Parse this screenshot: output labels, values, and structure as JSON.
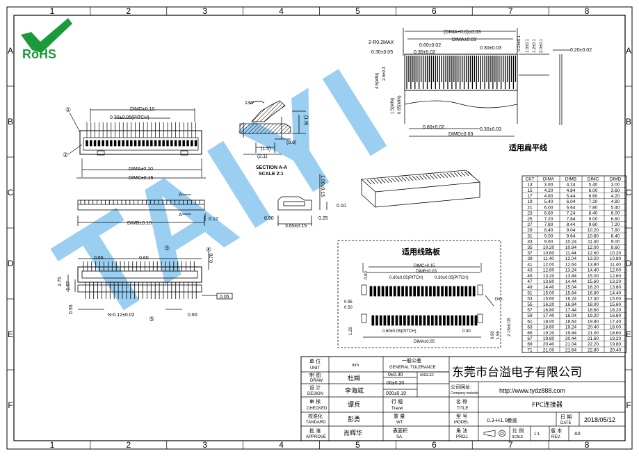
{
  "border": {
    "columns": [
      "1",
      "2",
      "3",
      "4",
      "5",
      "6",
      "7",
      "8"
    ],
    "rows": [
      "A",
      "B",
      "C",
      "D",
      "E",
      "F"
    ]
  },
  "logo": {
    "text": "RoHS",
    "brand_color": "#1a9a3a"
  },
  "watermark": {
    "text": "TAIYI",
    "color": "#4aa8e8"
  },
  "top_view": {
    "dimD": "DIMD±0.10",
    "pitch": "0.30±0.05(PITCH)",
    "dimA": "DIMA±0.10",
    "dimC": "DIMC±0.15",
    "balloon1": "①",
    "balloon2": "②"
  },
  "section": {
    "angle": "134°",
    "d19": "(1.9)",
    "d08": "(0.8)",
    "d15": "(1.5)",
    "d21": "(2.1)",
    "title": "SECTION A-A",
    "scale": "SCALE 2:1"
  },
  "front_view": {
    "dimB": "DIMB±0.10",
    "d012": "0.12",
    "a": "A"
  },
  "side_small": {
    "d100": "1.00±0.15",
    "d010": "0.10",
    "d050": "0.50",
    "d025": "0.25",
    "d365": "3.65±0.15"
  },
  "bottom_view": {
    "d065": "0.65",
    "d060": "0.60",
    "d070": "0.70",
    "d275": "2.75",
    "d167": "1.67",
    "d005": "0.05",
    "d055": "0.55",
    "pitchN": "N-0.12±0.02",
    "d060b": "0.60",
    "balloon3": "③",
    "balloon4": "④",
    "balloon5": "⑤"
  },
  "fpc": {
    "dimA06": "(DIMA+0.6)±0.03",
    "dimA": "DIMA±0.03",
    "r02": "2-R0.2MAX",
    "p06": "0.60±0.02",
    "p03a": "0.30±0.05",
    "p03b": "0.30±0.02",
    "p03c": "0.30±0.03",
    "t025": "0.25±0.1",
    "t10": "1.0±0.1",
    "t12": "1.2±0.1",
    "t20": "2.0±0.1",
    "t020": "0.20±0.02",
    "h45": "4.5(MIN)",
    "h25": "2.5±0.3",
    "h15": "1.5(MIN)",
    "h085": "0.85(MIN)",
    "b060": "0.60±0.02",
    "b030": "0.30±0.03",
    "dimD": "DIMD±0.03",
    "title": "适用扁平线"
  },
  "pcb": {
    "title": "适用线路板",
    "dimC": "DIMC±0.15",
    "dimB": "DIMB±0.03",
    "pitch1": "0.60±0.05(PITCH)",
    "pitch2": "0.30±0.05(PITCH)",
    "dim": "Dim.",
    "d090": "0.90",
    "d095": "0.95",
    "d050": "0.50",
    "d120": "1.20",
    "pitch3": "0.60±0.05(PITCH)",
    "d030": "0.30",
    "dimA": "DIMA±0.05",
    "v090": "0.90",
    "v155": "1.55",
    "v215": "2.15±0.05"
  },
  "dim_table": {
    "headers": [
      "CKT",
      "DIMA",
      "DIMB",
      "DIMC",
      "DIMD"
    ],
    "rows": [
      [
        "13",
        "3.60",
        "4.24",
        "5.40",
        "3.00"
      ],
      [
        "15",
        "4.20",
        "4.84",
        "6.00",
        "3.60"
      ],
      [
        "17",
        "4.80",
        "5.44",
        "6.60",
        "4.20"
      ],
      [
        "19",
        "5.40",
        "6.04",
        "7.20",
        "4.80"
      ],
      [
        "21",
        "6.00",
        "6.64",
        "7.80",
        "5.40"
      ],
      [
        "23",
        "6.60",
        "7.24",
        "8.40",
        "6.00"
      ],
      [
        "25",
        "7.20",
        "7.84",
        "9.00",
        "6.60"
      ],
      [
        "27",
        "7.80",
        "8.44",
        "9.60",
        "7.20"
      ],
      [
        "29",
        "8.40",
        "9.04",
        "10.20",
        "7.80"
      ],
      [
        "31",
        "9.00",
        "9.64",
        "10.80",
        "8.40"
      ],
      [
        "33",
        "9.60",
        "10.24",
        "11.40",
        "9.00"
      ],
      [
        "35",
        "10.20",
        "10.84",
        "12.00",
        "9.60"
      ],
      [
        "37",
        "10.80",
        "11.44",
        "12.60",
        "10.20"
      ],
      [
        "39",
        "11.40",
        "12.04",
        "13.20",
        "10.80"
      ],
      [
        "41",
        "12.00",
        "12.64",
        "13.80",
        "11.40"
      ],
      [
        "43",
        "12.60",
        "13.24",
        "14.40",
        "12.00"
      ],
      [
        "45",
        "13.20",
        "13.84",
        "15.00",
        "12.60"
      ],
      [
        "47",
        "13.80",
        "14.44",
        "15.60",
        "13.20"
      ],
      [
        "49",
        "14.40",
        "15.04",
        "16.20",
        "13.80"
      ],
      [
        "51",
        "15.00",
        "15.64",
        "16.80",
        "14.40"
      ],
      [
        "53",
        "15.60",
        "16.24",
        "17.40",
        "15.00"
      ],
      [
        "55",
        "16.20",
        "16.84",
        "18.00",
        "15.60"
      ],
      [
        "57",
        "16.80",
        "17.44",
        "18.60",
        "16.20"
      ],
      [
        "59",
        "17.40",
        "18.04",
        "19.20",
        "16.80"
      ],
      [
        "61",
        "18.00",
        "18.64",
        "19.80",
        "17.40"
      ],
      [
        "63",
        "18.60",
        "19.24",
        "20.40",
        "18.00"
      ],
      [
        "65",
        "19.20",
        "19.84",
        "21.00",
        "18.60"
      ],
      [
        "67",
        "19.80",
        "20.44",
        "21.60",
        "19.20"
      ],
      [
        "69",
        "20.40",
        "21.04",
        "22.20",
        "19.80"
      ],
      [
        "71",
        "21.00",
        "21.64",
        "22.80",
        "20.40"
      ]
    ]
  },
  "title_block": {
    "unit_cn": "单 位",
    "unit_en": "UNIT",
    "unit_val": "mm",
    "tol_cn": "一般公差",
    "tol_en": "GENERAL TOLERANCE",
    "tol1": "0±0.30",
    "angle": "ANGLE2",
    "tol2": "00±0.20",
    "tol3": "000±0.10",
    "draw_cn": "制 图",
    "draw_en": "DRAW",
    "draw_name": "杜娟",
    "design_cn": "设 计",
    "design_en": "DESIGN",
    "design_name": "李海斌",
    "check_cn": "审 核",
    "check_en": "CHECKED",
    "check_name": "谭兵",
    "std_cn": "校准化",
    "std_en": "TANDARD",
    "std_name": "彭勇",
    "approve_cn": "批 准",
    "approve_en": "APPROVE",
    "approve_name": "肖辉华",
    "travel_cn": "行 程",
    "travel_en": "Travel",
    "wt_cn": "重 量",
    "wt_en": "WT.",
    "sa_cn": "表面积",
    "sa_en": "SA.",
    "company": "东莞市台溢电子有限公司",
    "website_cn": "公司网址:",
    "website_en": "Company website",
    "website": "http://www.tydz888.com",
    "name_cn": "名 称",
    "name_en": "TITLE",
    "name_val": "FPC连接器",
    "model_cn": "型 号",
    "model_en": "MODEL",
    "model_val": "0.3-H1.0翻盖",
    "date_cn": "日 期",
    "date_en": "DATE",
    "date_val": "2018/05/12",
    "proj_cn": "角 法",
    "proj_en": "PROJ.",
    "scale_cn": "比 例",
    "scale_en": "SCALE",
    "scale_val": "1:1",
    "rev_cn": "版 本",
    "rev_en": "REV.",
    "rev_val": "A0"
  }
}
